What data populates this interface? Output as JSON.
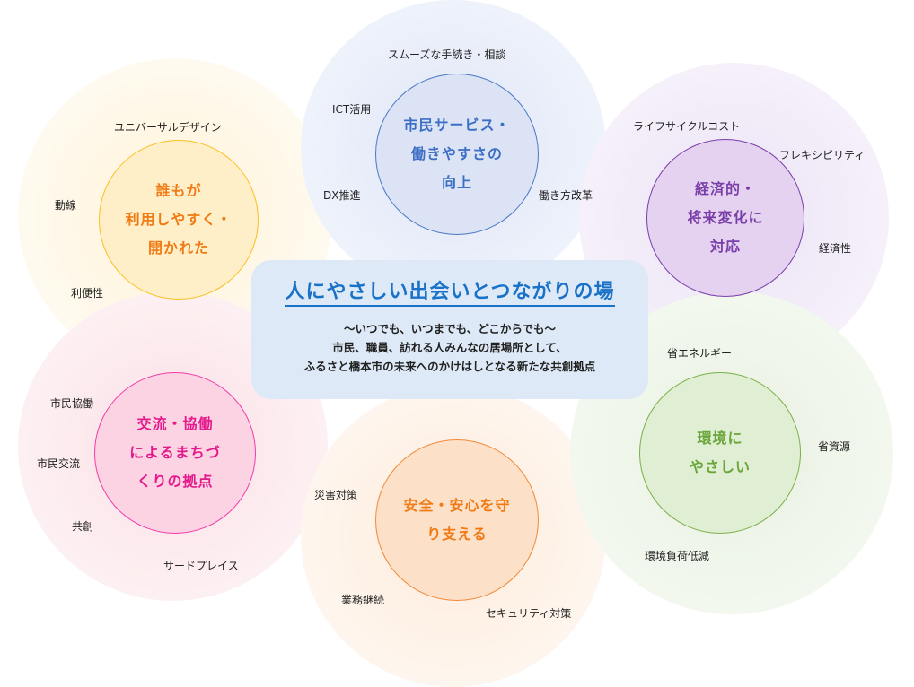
{
  "center": {
    "title": "人にやさしい出会いとつながりの場",
    "lines": [
      "〜いつでも、いつまでも、どこからでも〜",
      "市民、職員、訪れる人みんなの居場所として、",
      "ふるさと橋本市の未来へのかけはしとなる新たな共創拠点"
    ]
  },
  "themes": [
    {
      "title": "誰もが\n利用しやすく・\n開かれた",
      "color": "#f07a14",
      "keywords": [
        "ユニバーサルデザイン",
        "動線",
        "利便性"
      ]
    },
    {
      "title": "市民サービス・\n働きやすさの\n向上",
      "color": "#3d6fc4",
      "keywords": [
        "スムーズな手続き・相談",
        "ICT活用",
        "DX推進",
        "働き方改革"
      ]
    },
    {
      "title": "経済的・\n将来変化に\n対応",
      "color": "#7a3ea8",
      "keywords": [
        "ライフサイクルコスト",
        "フレキシビリティ",
        "経済性"
      ]
    },
    {
      "title": "交流・協働\nによるまちづ\nくりの拠点",
      "color": "#e4198c",
      "keywords": [
        "市民協働",
        "市民交流",
        "共創",
        "サードプレイス"
      ]
    },
    {
      "title": "安全・安心を守\nり支える",
      "color": "#f07a14",
      "keywords": [
        "災害対策",
        "業務継続",
        "セキュリティ対策"
      ]
    },
    {
      "title": "環境に\nやさしい",
      "color": "#6aa53a",
      "keywords": [
        "省エネルギー",
        "省資源",
        "環境負荷低減"
      ]
    }
  ]
}
